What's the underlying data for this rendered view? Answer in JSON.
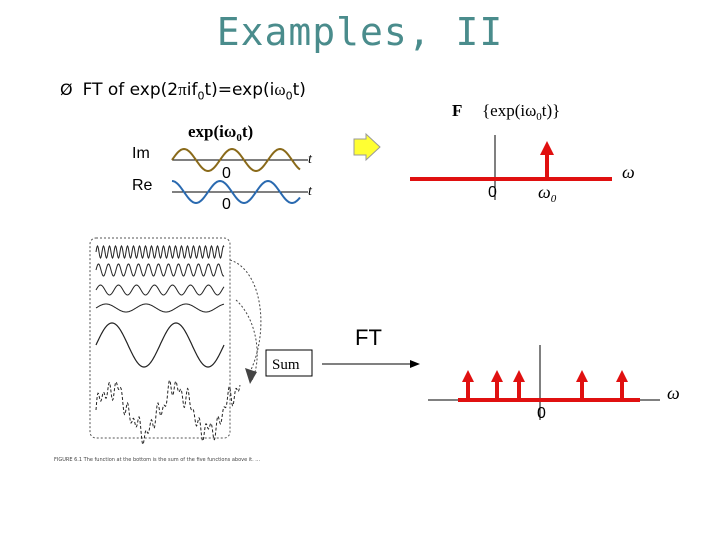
{
  "title": "Examples, II",
  "bullet": {
    "arrow": "Ø",
    "prefix": "FT of exp(2",
    "pi": "π",
    "mid": "if",
    "sub0a": "0",
    "mid2": "t)=exp(i",
    "omega": "ω",
    "sub0b": "0",
    "end": "t)"
  },
  "left_plot": {
    "label_exp": "exp(iω",
    "label_exp_sub": "0",
    "label_exp_end": "t)",
    "im_label": "Im",
    "re_label": "Re",
    "zero_top": "0",
    "zero_bottom": "0",
    "t_top": "t",
    "t_bottom": "t"
  },
  "right_plot": {
    "f_label": "F",
    "f_expr": "{exp(iω",
    "f_expr_sub": "0",
    "f_expr_end": "t)}",
    "zero": "0",
    "omega0": "ω",
    "omega0_sub": "0",
    "omega_axis": "ω"
  },
  "bottom": {
    "ft_label": "FT",
    "sum_label": "Sum",
    "zero": "0",
    "omega_axis": "ω",
    "figure_caption": "FIGURE 6.1 The function at the bottom is the sum of the five functions above it. ..."
  },
  "colors": {
    "title": "#4a8c8c",
    "spike": "#e01010",
    "arrow_fill": "#ffff33"
  }
}
